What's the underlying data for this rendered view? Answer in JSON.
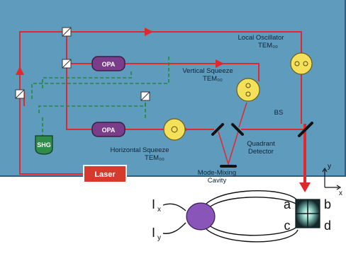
{
  "labels": {
    "local_oscillator": "Local Oscillator",
    "local_oscillator_mode": "TEM₀₀",
    "vertical_squeeze": "Vertical Squeeze",
    "vertical_squeeze_mode": "TEM₀₀",
    "horizontal_squeeze": "Horizontal Squeeze",
    "horizontal_squeeze_mode": "TEM₀₀",
    "bs": "BS",
    "quadrant_detector_line1": "Quadrant",
    "quadrant_detector_line2": "Detector",
    "mode_mixing_line1": "Mode-Mixing",
    "mode_mixing_line2": "Cavity",
    "opa_top": "OPA",
    "opa_bottom": "OPA",
    "shg": "SHG",
    "laser": "Laser"
  },
  "detector": {
    "quadrants": [
      "a",
      "b",
      "c",
      "d"
    ],
    "current_x_symbol": "I",
    "current_x_sub": "x",
    "current_y_symbol": "I",
    "current_y_sub": "y"
  },
  "axes": {
    "y": "y",
    "x": "x"
  },
  "colors": {
    "panel": "#5f9bbd",
    "beam_red": "#e0282d",
    "green_beam": "#1f8a3a",
    "opa_purple": "#7a3d8a",
    "laser_red": "#d63a2d",
    "mode_yellow": "#f5e05a"
  }
}
